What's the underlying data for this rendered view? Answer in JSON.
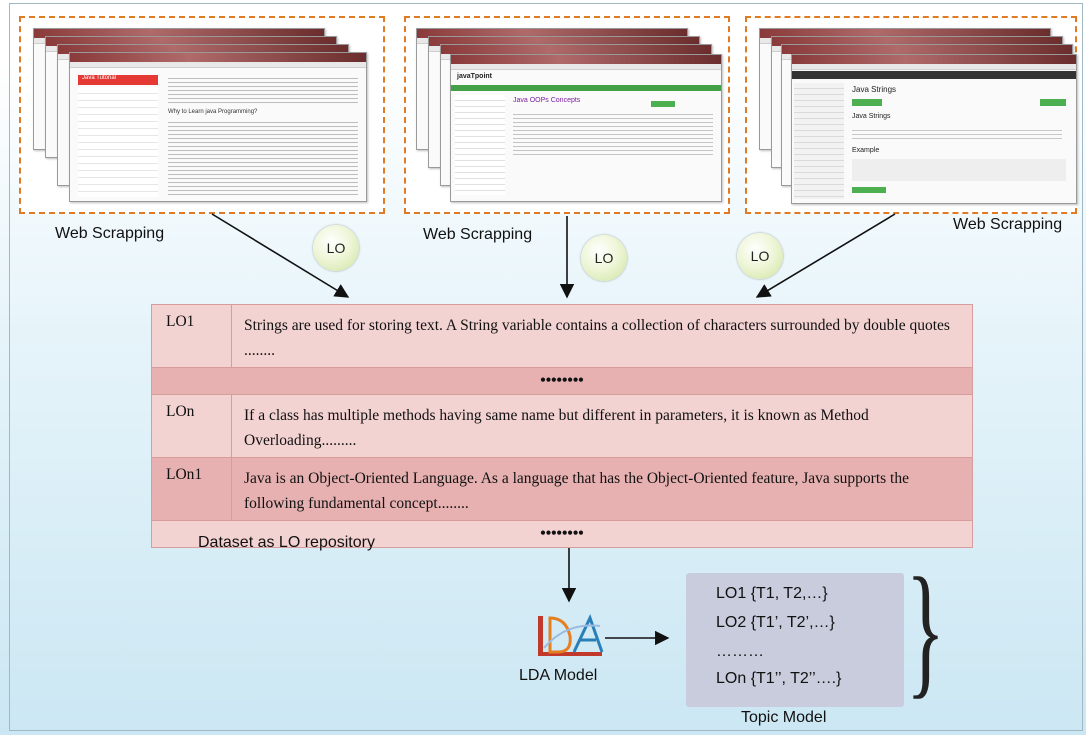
{
  "diagram": {
    "web_scrapping_captions": [
      "Web Scrapping",
      "Web Scrapping",
      "Web Scrapping"
    ],
    "lo_circles": [
      "LO",
      "LO",
      "LO"
    ],
    "repository": {
      "rows": [
        {
          "id": "LO1",
          "text": "Strings are used for storing text. A String variable contains a collection of characters surrounded by double quotes ........"
        },
        {
          "separator": "••••••••"
        },
        {
          "id": "LOn",
          "text": "If a class has multiple methods having same name but different in parameters, it is known as Method Overloading........."
        },
        {
          "id": "LOn1",
          "text": "Java is an Object-Oriented Language. As a language that has the Object-Oriented feature, Java supports the following fundamental concept........"
        },
        {
          "separator": "••••••••"
        }
      ],
      "caption": "Dataset as LO repository"
    },
    "lda": {
      "logo_text": "LDA",
      "caption": "LDA Model"
    },
    "topic_model": {
      "lines": [
        "LO1 {T1, T2,…}",
        "LO2 {T1’, T2’,…}",
        "………",
        "LOn {T1’’, T2’’….}"
      ],
      "caption": "Topic Model"
    },
    "thumbnails": {
      "left": {
        "menu_header": "Java Tutorial",
        "heading": "Why to Learn java Programming?"
      },
      "middle": {
        "brand": "javaTpoint",
        "heading": "Java OOPs Concepts"
      },
      "right": {
        "heading": "Java Strings",
        "subheading": "Java Strings",
        "example_label": "Example"
      }
    },
    "colors": {
      "dash": "#e07a24",
      "row_light": "#f3d2d2",
      "row_dark": "#e7b1b1",
      "topic_bg": "#c8ccdd"
    }
  }
}
